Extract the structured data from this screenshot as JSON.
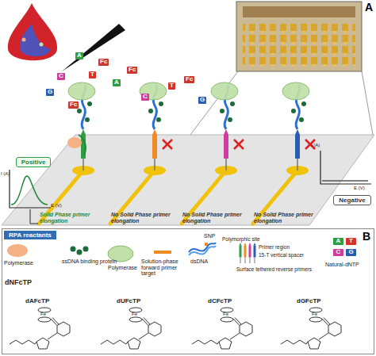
{
  "diagram": {
    "nodes": [
      {
        "text": [
          "A"
        ]
      },
      {
        "text": [
          "Positive"
        ],
        "in": 0
      },
      {
        "text": [
          "Negative"
        ],
        "in": 0
      },
      {
        "text": [
          "B",
          "RPA reactants"
        ]
      }
    ],
    "labels": [
      "A",
      "C",
      "T",
      "G",
      "A",
      "C",
      "T",
      "G",
      "Fc",
      "Fc",
      "Fc",
      "Fc",
      "I (A)",
      "E (V)",
      "Solid Phase primer elongation",
      "No Solid Phase primer elongation",
      "No Solid Phase primer elongation",
      "No Solid Phase primer elongation",
      "I (A)",
      "E (V)",
      "Polymerase",
      "ssDNA binding protein",
      "Polymerase",
      "Solution-phase forward primer target",
      "SNP",
      "dsDNA",
      "Polymorphic site",
      "Primer region",
      "15-T vertical spacer",
      "Surface tethered reverse primers",
      "A",
      "T",
      "C",
      "G",
      "Natural-dNTP",
      "dNFcTP",
      "dAFcTP",
      "dUFcTP",
      "dCFcTP",
      "dGFcTP",
      "Fe",
      "Fe",
      "Fe",
      "Fe"
    ]
  }
}
